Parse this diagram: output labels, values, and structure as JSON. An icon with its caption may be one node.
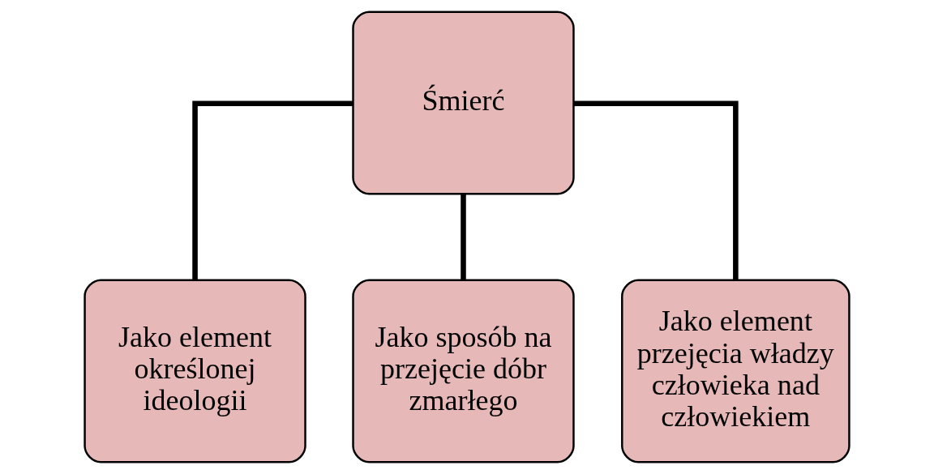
{
  "diagram": {
    "nodes": [
      {
        "text": [
          "Śmierć"
        ]
      },
      {
        "text": [
          "Jako element określonej ideologii"
        ]
      },
      {
        "text": [
          "Jako sposób na przejęcie dóbr zmarłego"
        ]
      },
      {
        "text": [
          "Jako element przejęcia władzy człowieka nad człowiekiem"
        ]
      }
    ],
    "edges": [
      {
        "from": 0,
        "to": 1,
        "arrow": "none"
      },
      {
        "from": 0,
        "to": 2,
        "arrow": "none"
      },
      {
        "from": 0,
        "to": 3,
        "arrow": "none"
      }
    ]
  }
}
